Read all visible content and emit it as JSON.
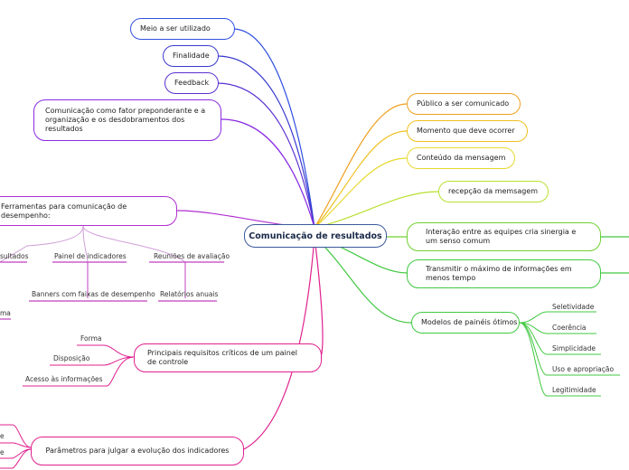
{
  "center": "Comunicação de resultados",
  "left_nodes": {
    "meio": "Meio a ser utilizado",
    "finalidade": "Finalidade",
    "feedback": "Feedback",
    "comunicacao_fator": "Comunicação como fator preponderante e a organização e os desdobramentos dos resultados",
    "ferramentas": "Ferramentas para comunicação de desempenho:",
    "requisitos": "Principais requisitos  críticos de um painel de controle",
    "parametros": "Parâmetros para julgar a evolução dos indicadores"
  },
  "right_nodes": {
    "publico": "Público a ser comunicado",
    "momento": "Momento que deve ocorrer",
    "conteudo": "Conteúdo da mensagem",
    "recepcao": "recepção da memsagem",
    "interacao": "Interação entre as equipes cria sinergia e um senso comum",
    "transmitir": "Transmitir o máximo de informações em menos tempo",
    "modelos": "Modelos de painéis ótimos"
  },
  "ferramentas_children": {
    "resultados_partial": "sultados",
    "painel": "Painel de indicadores",
    "reunioes": "Reuniões de avaliação",
    "banners": "Banners com faixas de desempenho",
    "relatorios": "Relatórios anuais",
    "forma_partial": "ma"
  },
  "requisitos_children": {
    "forma": "Forma",
    "disposicao": "Disposição",
    "acesso": "Acesso às informações"
  },
  "modelos_children": {
    "seletividade": "Seletividade",
    "coerencia": "Coerência",
    "simplicidade": "Simplicidade",
    "uso": "Uso e apropriação",
    "legitimidade": "Legitimidade"
  },
  "parametros_children": {
    "p1": "e",
    "p2": "e"
  },
  "colors": {
    "center_border": "#3a5a9a",
    "node_border": "#e0208e",
    "blue_link": "#2e4fd8",
    "purple_link": "#8a2be2",
    "magenta_link": "#e0208e",
    "orange_link": "#f0a020",
    "yellow_link": "#e8d830",
    "green_link": "#40c840",
    "leaf_underline": "#c040c0"
  }
}
